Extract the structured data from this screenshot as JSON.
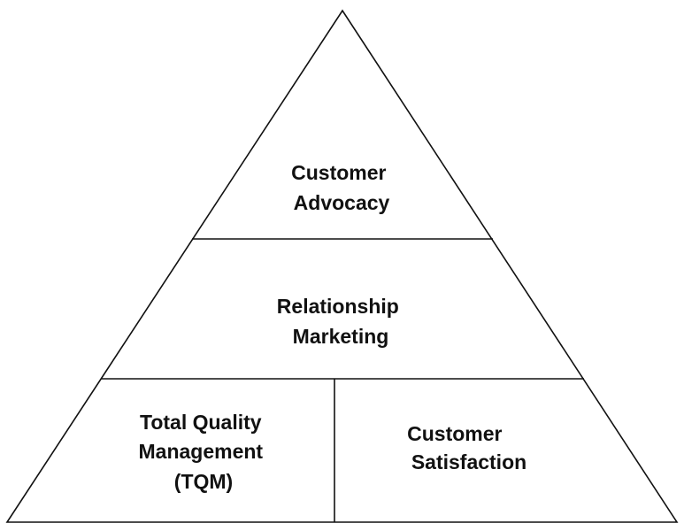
{
  "diagram": {
    "tiers": [
      {
        "lines": [
          "Customer",
          "Advocacy"
        ]
      },
      {
        "lines": [
          "Relationship",
          "Marketing"
        ]
      },
      {
        "lines": [
          "Total Quality",
          "Management",
          "(TQM)"
        ]
      },
      {
        "lines": [
          "Customer",
          "Satisfaction"
        ]
      }
    ]
  },
  "colors": {
    "stroke": "#111111",
    "text": "#111111",
    "background": "#ffffff"
  }
}
